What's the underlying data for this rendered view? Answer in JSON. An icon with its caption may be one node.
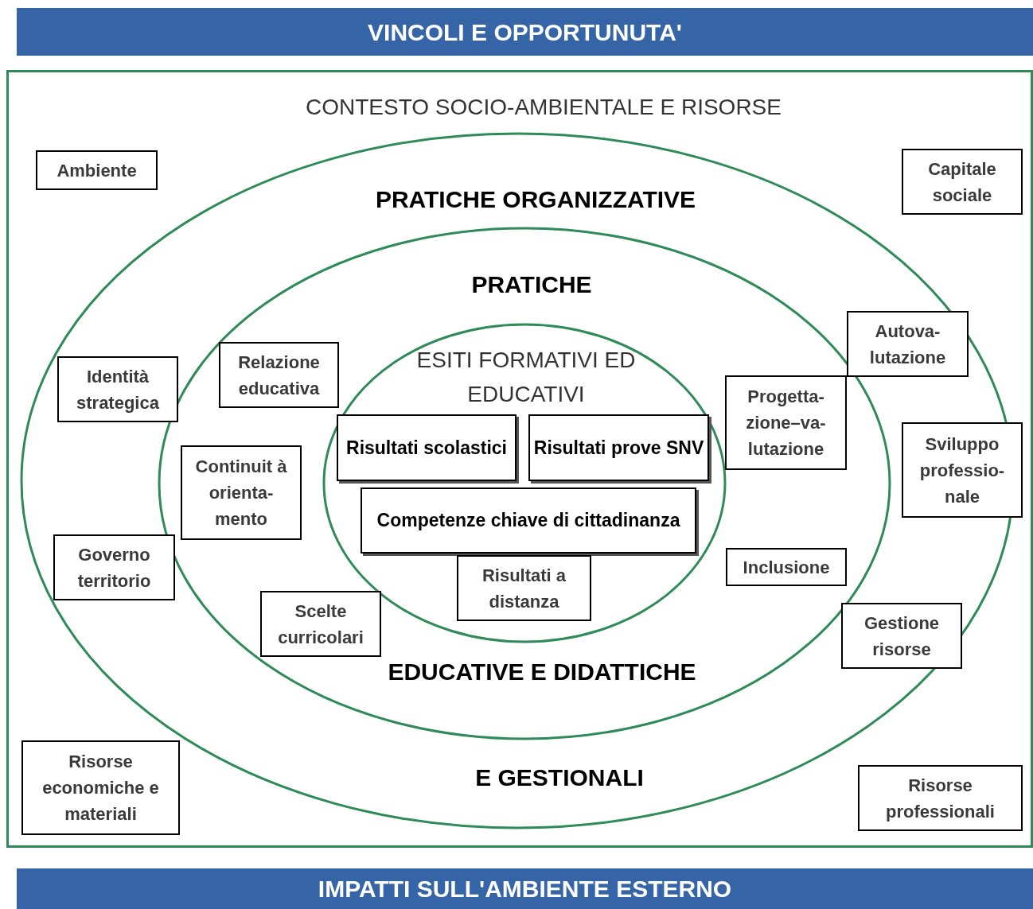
{
  "diagram": {
    "nodes": [
      {
        "text": [
          "VINCOLI E OPPORTUNUTA'"
        ]
      },
      {
        "text": [
          "CONTESTO SOCIO-AMBIENTALE E RISORSE"
        ]
      },
      {
        "text": [
          "PRATICHE ORGANIZZATIVE",
          "E GESTIONALI"
        ],
        "in": 1
      },
      {
        "text": [
          "PRATICHE",
          "EDUCATIVE E DIDATTICHE"
        ],
        "in": 2
      },
      {
        "text": [
          "ESITI FORMATIVI ED EDUCATIVI"
        ],
        "in": 3
      },
      {
        "text": [
          "Ambiente"
        ],
        "in": 1
      },
      {
        "text": [
          "Capitale sociale"
        ],
        "in": 1
      },
      {
        "text": [
          "Autova- lutazione"
        ],
        "in": 2
      },
      {
        "text": [
          "Relazione educativa"
        ],
        "in": 3
      },
      {
        "text": [
          "Identità strategica"
        ],
        "in": 2
      },
      {
        "text": [
          "Progetta- zione–va- lutazione"
        ],
        "in": 3
      },
      {
        "text": [
          "Risultati scolastici"
        ],
        "in": 4
      },
      {
        "text": [
          "Risultati prove SNV"
        ],
        "in": 4
      },
      {
        "text": [
          "Sviluppo professio- nale"
        ],
        "in": 2
      },
      {
        "text": [
          "Continuit à orienta- mento"
        ],
        "in": 3
      },
      {
        "text": [
          "Competenze chiave di cittadinanza"
        ],
        "in": 4
      },
      {
        "text": [
          "Governo territorio"
        ],
        "in": 2
      },
      {
        "text": [
          "Inclusione"
        ],
        "in": 3
      },
      {
        "text": [
          "Risultati a distanza"
        ],
        "in": 4
      },
      {
        "text": [
          "Scelte curricolari"
        ],
        "in": 3
      },
      {
        "text": [
          "Gestione risorse"
        ],
        "in": 2
      },
      {
        "text": [
          "Risorse economiche e materiali"
        ],
        "in": 1
      },
      {
        "text": [
          "Risorse professionali"
        ],
        "in": 1
      },
      {
        "text": [
          "IMPATTI SULL'AMBIENTE ESTERNO"
        ]
      }
    ]
  }
}
